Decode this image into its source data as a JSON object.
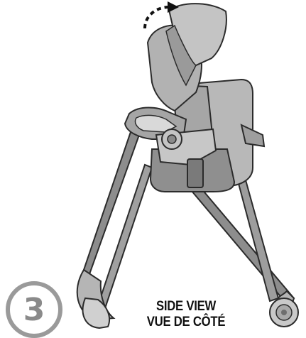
{
  "step": {
    "number": "3"
  },
  "caption": {
    "en": "SIDE VIEW",
    "fr": "VUE DE CÔTÉ"
  },
  "colors": {
    "line": "#2b2b2b",
    "body_gray": "#9c9c9c",
    "seat_gray": "#b8b8b8",
    "dark_gray": "#6e6e6e",
    "badge": "#9a9a9a"
  },
  "icons": {
    "arrow": "curved-dashed-arrow-icon"
  }
}
